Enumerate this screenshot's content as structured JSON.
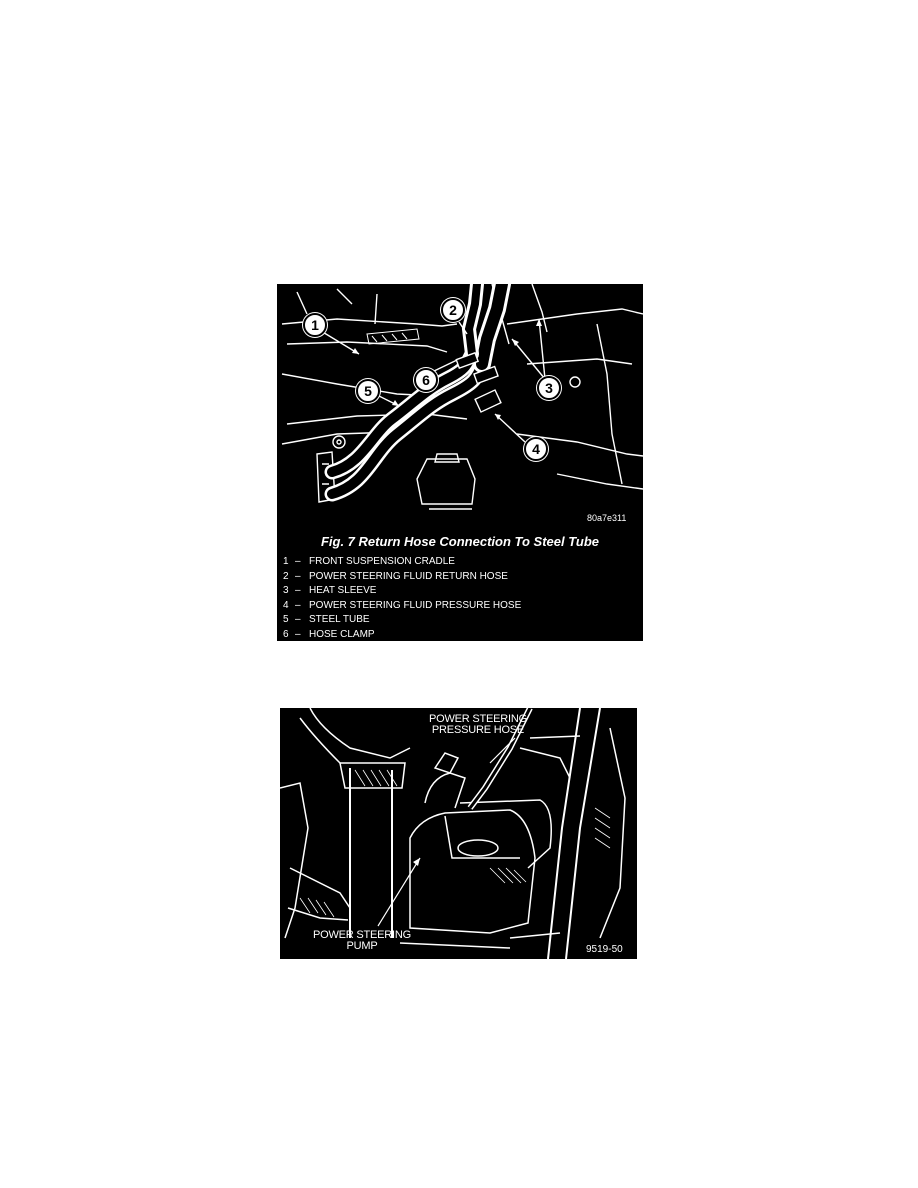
{
  "figure1": {
    "caption": "Fig. 7 Return Hose Connection To Steel Tube",
    "code": "80a7e311",
    "callouts": [
      "1",
      "2",
      "3",
      "4",
      "5",
      "6"
    ],
    "legend": [
      {
        "num": "1",
        "dash": "–",
        "text": "FRONT SUSPENSION CRADLE"
      },
      {
        "num": "2",
        "dash": "–",
        "text": "POWER STEERING FLUID RETURN HOSE"
      },
      {
        "num": "3",
        "dash": "–",
        "text": "HEAT SLEEVE"
      },
      {
        "num": "4",
        "dash": "–",
        "text": "POWER STEERING FLUID PRESSURE HOSE"
      },
      {
        "num": "5",
        "dash": "–",
        "text": "STEEL TUBE"
      },
      {
        "num": "6",
        "dash": "–",
        "text": "HOSE CLAMP"
      }
    ]
  },
  "figure2": {
    "label_hose": [
      "POWER STEERING",
      "PRESSURE HOSE"
    ],
    "label_pump": [
      "POWER STEERING",
      "PUMP"
    ],
    "code": "9519-50"
  }
}
